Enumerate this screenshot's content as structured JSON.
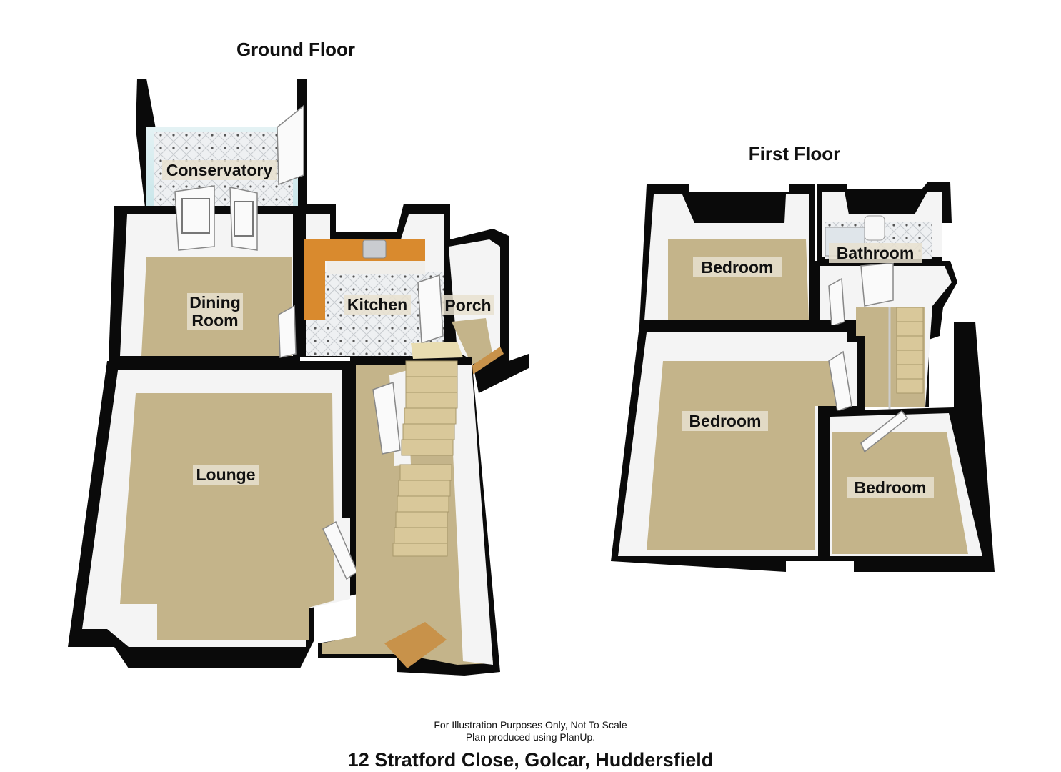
{
  "floors": {
    "ground": {
      "title": "Ground Floor",
      "rooms": {
        "conservatory": "Conservatory",
        "dining_line1": "Dining",
        "dining_line2": "Room",
        "kitchen": "Kitchen",
        "porch": "Porch",
        "lounge": "Lounge"
      }
    },
    "first": {
      "title": "First Floor",
      "rooms": {
        "bedroom_top": "Bedroom",
        "bathroom": "Bathroom",
        "bedroom_middle": "Bedroom",
        "bedroom_right": "Bedroom"
      }
    }
  },
  "footer": {
    "disclaimer_line1": "For Illustration Purposes Only, Not To Scale",
    "disclaimer_line2": "Plan produced using PlanUp.",
    "address": "12 Stratford Close, Golcar, Huddersfield"
  },
  "colors": {
    "wall": "#0a0a0a",
    "carpet": "#c4b48a",
    "worktop": "#d98a2e"
  }
}
